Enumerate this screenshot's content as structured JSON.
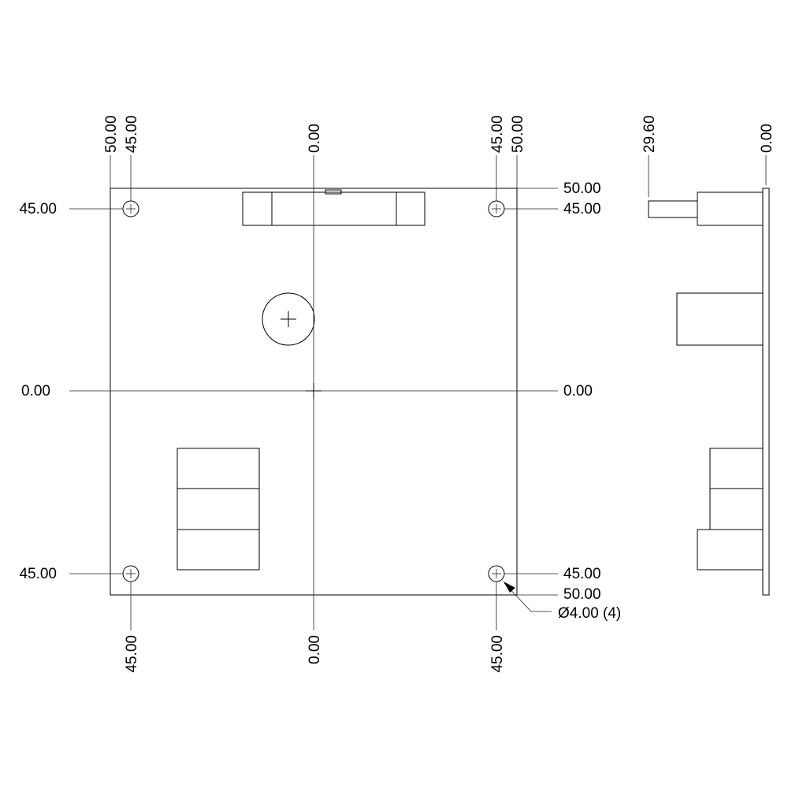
{
  "dimensions": {
    "top_50_left": "50.00",
    "top_45_left": "45.00",
    "top_0": "0.00",
    "top_45_right": "45.00",
    "top_50_right": "50.00",
    "left_45_top": "45.00",
    "left_0": "0.00",
    "left_45_bottom": "45.00",
    "right_50_top": "50.00",
    "right_45_top": "45.00",
    "right_0": "0.00",
    "right_45_bottom": "45.00",
    "right_50_bottom": "50.00",
    "bottom_45_left": "45.00",
    "bottom_0": "0.00",
    "bottom_45_right": "45.00",
    "side_29_60": "29.60",
    "side_0": "0.00"
  },
  "callout": {
    "hole_diameter": "Ø4.00 (4)"
  }
}
